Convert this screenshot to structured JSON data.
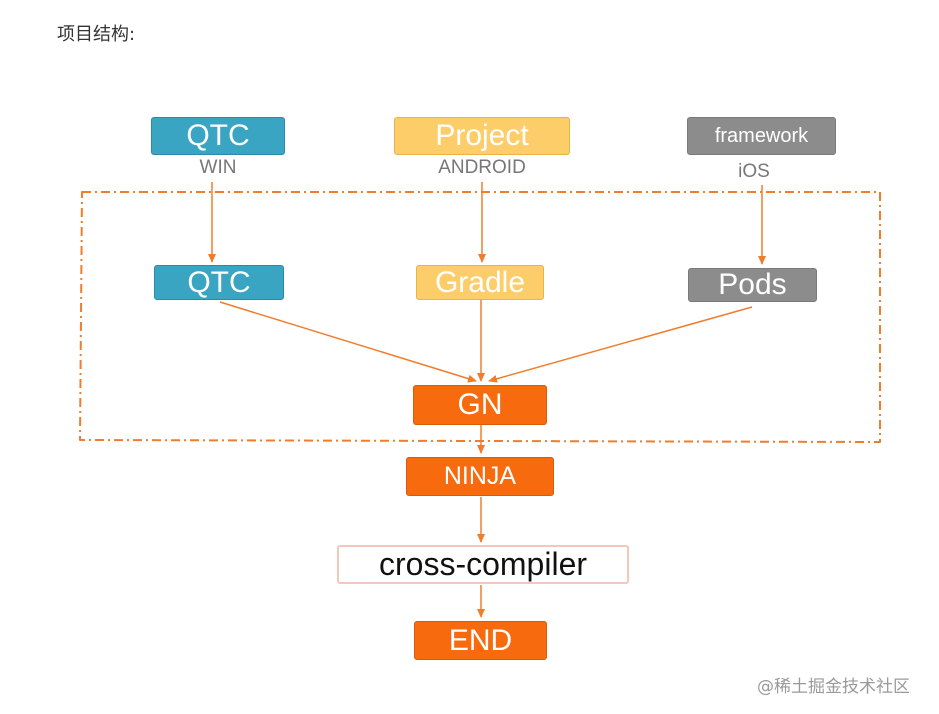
{
  "heading": "项目结构:",
  "sources": [
    {
      "label": "QTC",
      "platform": "WIN"
    },
    {
      "label": "Project",
      "platform": "ANDROID"
    },
    {
      "label": "framework",
      "platform": "iOS"
    }
  ],
  "tools": [
    "QTC",
    "Gradle",
    "Pods"
  ],
  "pipeline": [
    "GN",
    "NINJA",
    "cross-compiler",
    "END"
  ],
  "watermark": "@稀土掘金技术社区",
  "colors": {
    "blue": "#3aa5c3",
    "yellow": "#fdcd6a",
    "gray": "#8c8c8c",
    "orange": "#f76b0e",
    "arrow": "#f07d2c"
  }
}
